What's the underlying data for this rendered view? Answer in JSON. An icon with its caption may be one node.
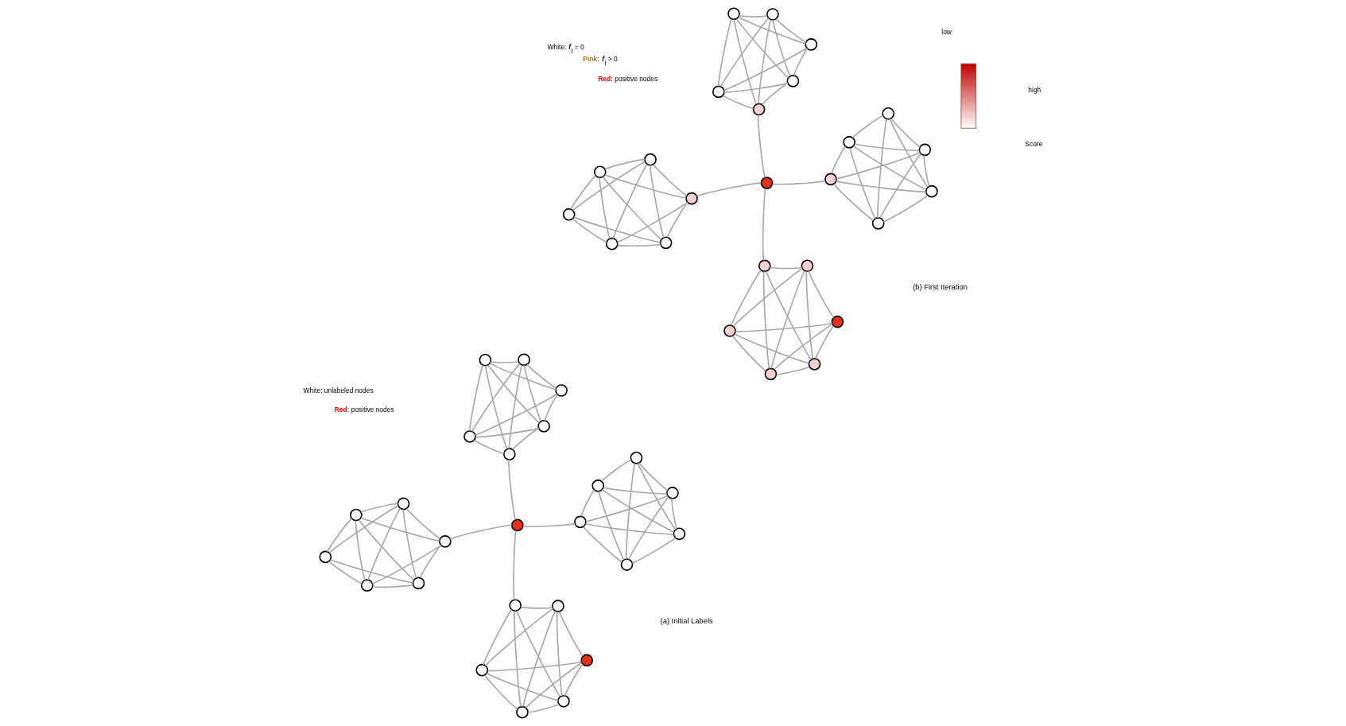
{
  "diagram": {
    "nodes": [
      {
        "text": [],
        "shape": "circle"
      },
      {
        "text": [],
        "shape": "circle"
      },
      {
        "text": [],
        "shape": "circle"
      },
      {
        "text": [],
        "shape": "circle"
      },
      {
        "text": [],
        "shape": "circle"
      },
      {
        "text": [],
        "shape": "circle"
      },
      {
        "text": [],
        "shape": "circle"
      },
      {
        "text": [],
        "shape": "circle"
      },
      {
        "text": [],
        "shape": "circle"
      },
      {
        "text": [],
        "shape": "circle"
      },
      {
        "text": [],
        "shape": "circle"
      },
      {
        "text": [],
        "shape": "circle"
      },
      {
        "text": [],
        "shape": "circle"
      },
      {
        "text": [],
        "shape": "circle"
      },
      {
        "text": [],
        "shape": "circle"
      },
      {
        "text": [],
        "shape": "circle"
      },
      {
        "text": [],
        "shape": "circle"
      },
      {
        "text": [],
        "shape": "circle"
      },
      {
        "text": [],
        "shape": "circle"
      },
      {
        "text": [],
        "shape": "circle"
      },
      {
        "text": [],
        "shape": "circle"
      },
      {
        "text": [],
        "shape": "circle"
      },
      {
        "text": [],
        "shape": "circle"
      },
      {
        "text": [],
        "shape": "circle"
      },
      {
        "text": [],
        "shape": "circle"
      },
      {
        "text": [],
        "shape": "circle"
      },
      {
        "text": [],
        "shape": "circle"
      },
      {
        "text": [],
        "shape": "circle"
      },
      {
        "text": [],
        "shape": "circle"
      },
      {
        "text": [],
        "shape": "circle"
      },
      {
        "text": [],
        "shape": "circle"
      },
      {
        "text": [],
        "shape": "circle"
      },
      {
        "text": [],
        "shape": "circle"
      },
      {
        "text": [],
        "shape": "circle"
      },
      {
        "text": [],
        "shape": "circle"
      },
      {
        "text": [],
        "shape": "circle"
      },
      {
        "text": [],
        "shape": "circle"
      },
      {
        "text": [],
        "shape": "circle"
      },
      {
        "text": [],
        "shape": "circle"
      },
      {
        "text": [],
        "shape": "circle"
      },
      {
        "text": [],
        "shape": "circle"
      },
      {
        "text": [],
        "shape": "circle"
      },
      {
        "text": [],
        "shape": "circle"
      },
      {
        "text": [],
        "shape": "circle"
      },
      {
        "text": [],
        "shape": "circle"
      },
      {
        "text": [],
        "shape": "circle"
      },
      {
        "text": [],
        "shape": "circle"
      },
      {
        "text": [],
        "shape": "circle"
      },
      {
        "text": [],
        "shape": "circle"
      },
      {
        "text": [],
        "shape": "circle"
      },
      {
        "text": [],
        "shape": "bar"
      }
    ],
    "edges": [
      {
        "from": 0,
        "to": 1,
        "arrow": "none"
      },
      {
        "from": 0,
        "to": 2,
        "arrow": "none"
      },
      {
        "from": 0,
        "to": 4,
        "arrow": "none"
      },
      {
        "from": 0,
        "to": 5,
        "arrow": "none"
      },
      {
        "from": 0,
        "to": 3,
        "arrow": "none"
      },
      {
        "from": 2,
        "to": 1,
        "arrow": "none"
      },
      {
        "from": 2,
        "to": 3,
        "arrow": "none"
      },
      {
        "from": 2,
        "to": 4,
        "arrow": "none"
      },
      {
        "from": 2,
        "to": 5,
        "arrow": "none"
      },
      {
        "from": 1,
        "to": 4,
        "arrow": "none"
      },
      {
        "from": 1,
        "to": 3,
        "arrow": "none"
      },
      {
        "from": 4,
        "to": 3,
        "arrow": "none"
      },
      {
        "from": 4,
        "to": 5,
        "arrow": "none"
      },
      {
        "from": 3,
        "to": 5,
        "arrow": "none"
      },
      {
        "from": 5,
        "to": 12,
        "arrow": "none"
      },
      {
        "from": 6,
        "to": 7,
        "arrow": "none"
      },
      {
        "from": 6,
        "to": 9,
        "arrow": "none"
      },
      {
        "from": 6,
        "to": 10,
        "arrow": "none"
      },
      {
        "from": 6,
        "to": 11,
        "arrow": "none"
      },
      {
        "from": 6,
        "to": 8,
        "arrow": "none"
      },
      {
        "from": 7,
        "to": 8,
        "arrow": "none"
      },
      {
        "from": 7,
        "to": 9,
        "arrow": "none"
      },
      {
        "from": 7,
        "to": 10,
        "arrow": "none"
      },
      {
        "from": 7,
        "to": 11,
        "arrow": "none"
      },
      {
        "from": 8,
        "to": 9,
        "arrow": "none"
      },
      {
        "from": 8,
        "to": 10,
        "arrow": "none"
      },
      {
        "from": 8,
        "to": 11,
        "arrow": "none"
      },
      {
        "from": 9,
        "to": 10,
        "arrow": "none"
      },
      {
        "from": 10,
        "to": 11,
        "arrow": "none"
      },
      {
        "from": 9,
        "to": 12,
        "arrow": "none"
      },
      {
        "from": 13,
        "to": 14,
        "arrow": "none"
      },
      {
        "from": 13,
        "to": 15,
        "arrow": "none"
      },
      {
        "from": 13,
        "to": 17,
        "arrow": "none"
      },
      {
        "from": 13,
        "to": 18,
        "arrow": "none"
      },
      {
        "from": 13,
        "to": 16,
        "arrow": "none"
      },
      {
        "from": 14,
        "to": 15,
        "arrow": "none"
      },
      {
        "from": 14,
        "to": 16,
        "arrow": "none"
      },
      {
        "from": 14,
        "to": 18,
        "arrow": "none"
      },
      {
        "from": 15,
        "to": 16,
        "arrow": "none"
      },
      {
        "from": 15,
        "to": 17,
        "arrow": "none"
      },
      {
        "from": 15,
        "to": 18,
        "arrow": "none"
      },
      {
        "from": 17,
        "to": 18,
        "arrow": "none"
      },
      {
        "from": 17,
        "to": 16,
        "arrow": "none"
      },
      {
        "from": 18,
        "to": 16,
        "arrow": "none"
      },
      {
        "from": 14,
        "to": 12,
        "arrow": "none"
      },
      {
        "from": 19,
        "to": 20,
        "arrow": "none"
      },
      {
        "from": 19,
        "to": 22,
        "arrow": "none"
      },
      {
        "from": 19,
        "to": 23,
        "arrow": "none"
      },
      {
        "from": 19,
        "to": 24,
        "arrow": "none"
      },
      {
        "from": 20,
        "to": 22,
        "arrow": "none"
      },
      {
        "from": 20,
        "to": 24,
        "arrow": "none"
      },
      {
        "from": 20,
        "to": 23,
        "arrow": "none"
      },
      {
        "from": 20,
        "to": 21,
        "arrow": "none"
      },
      {
        "from": 21,
        "to": 22,
        "arrow": "none"
      },
      {
        "from": 21,
        "to": 23,
        "arrow": "none"
      },
      {
        "from": 21,
        "to": 24,
        "arrow": "none"
      },
      {
        "from": 22,
        "to": 23,
        "arrow": "none"
      },
      {
        "from": 22,
        "to": 24,
        "arrow": "none"
      },
      {
        "from": 23,
        "to": 24,
        "arrow": "none"
      },
      {
        "from": 12,
        "to": 19,
        "arrow": "none"
      },
      {
        "from": 25,
        "to": 26,
        "arrow": "none"
      },
      {
        "from": 25,
        "to": 27,
        "arrow": "none"
      },
      {
        "from": 25,
        "to": 29,
        "arrow": "none"
      },
      {
        "from": 25,
        "to": 30,
        "arrow": "none"
      },
      {
        "from": 25,
        "to": 28,
        "arrow": "none"
      },
      {
        "from": 27,
        "to": 26,
        "arrow": "none"
      },
      {
        "from": 27,
        "to": 28,
        "arrow": "none"
      },
      {
        "from": 27,
        "to": 29,
        "arrow": "none"
      },
      {
        "from": 27,
        "to": 30,
        "arrow": "none"
      },
      {
        "from": 26,
        "to": 29,
        "arrow": "none"
      },
      {
        "from": 26,
        "to": 28,
        "arrow": "none"
      },
      {
        "from": 29,
        "to": 28,
        "arrow": "none"
      },
      {
        "from": 29,
        "to": 30,
        "arrow": "none"
      },
      {
        "from": 28,
        "to": 30,
        "arrow": "none"
      },
      {
        "from": 30,
        "to": 37,
        "arrow": "none"
      },
      {
        "from": 31,
        "to": 32,
        "arrow": "none"
      },
      {
        "from": 31,
        "to": 34,
        "arrow": "none"
      },
      {
        "from": 31,
        "to": 35,
        "arrow": "none"
      },
      {
        "from": 31,
        "to": 36,
        "arrow": "none"
      },
      {
        "from": 31,
        "to": 33,
        "arrow": "none"
      },
      {
        "from": 32,
        "to": 33,
        "arrow": "none"
      },
      {
        "from": 32,
        "to": 34,
        "arrow": "none"
      },
      {
        "from": 32,
        "to": 35,
        "arrow": "none"
      },
      {
        "from": 32,
        "to": 36,
        "arrow": "none"
      },
      {
        "from": 33,
        "to": 34,
        "arrow": "none"
      },
      {
        "from": 33,
        "to": 35,
        "arrow": "none"
      },
      {
        "from": 33,
        "to": 36,
        "arrow": "none"
      },
      {
        "from": 34,
        "to": 35,
        "arrow": "none"
      },
      {
        "from": 35,
        "to": 36,
        "arrow": "none"
      },
      {
        "from": 34,
        "to": 37,
        "arrow": "none"
      },
      {
        "from": 38,
        "to": 39,
        "arrow": "none"
      },
      {
        "from": 38,
        "to": 40,
        "arrow": "none"
      },
      {
        "from": 38,
        "to": 42,
        "arrow": "none"
      },
      {
        "from": 38,
        "to": 43,
        "arrow": "none"
      },
      {
        "from": 38,
        "to": 41,
        "arrow": "none"
      },
      {
        "from": 39,
        "to": 40,
        "arrow": "none"
      },
      {
        "from": 39,
        "to": 41,
        "arrow": "none"
      },
      {
        "from": 39,
        "to": 43,
        "arrow": "none"
      },
      {
        "from": 40,
        "to": 41,
        "arrow": "none"
      },
      {
        "from": 40,
        "to": 42,
        "arrow": "none"
      },
      {
        "from": 40,
        "to": 43,
        "arrow": "none"
      },
      {
        "from": 42,
        "to": 43,
        "arrow": "none"
      },
      {
        "from": 42,
        "to": 41,
        "arrow": "none"
      },
      {
        "from": 43,
        "to": 41,
        "arrow": "none"
      },
      {
        "from": 39,
        "to": 37,
        "arrow": "none"
      },
      {
        "from": 44,
        "to": 45,
        "arrow": "none"
      },
      {
        "from": 44,
        "to": 47,
        "arrow": "none"
      },
      {
        "from": 44,
        "to": 48,
        "arrow": "none"
      },
      {
        "from": 44,
        "to": 49,
        "arrow": "none"
      },
      {
        "from": 45,
        "to": 47,
        "arrow": "none"
      },
      {
        "from": 45,
        "to": 49,
        "arrow": "none"
      },
      {
        "from": 45,
        "to": 48,
        "arrow": "none"
      },
      {
        "from": 45,
        "to": 46,
        "arrow": "none"
      },
      {
        "from": 46,
        "to": 47,
        "arrow": "none"
      },
      {
        "from": 46,
        "to": 48,
        "arrow": "none"
      },
      {
        "from": 46,
        "to": 49,
        "arrow": "none"
      },
      {
        "from": 47,
        "to": 48,
        "arrow": "none"
      },
      {
        "from": 47,
        "to": 49,
        "arrow": "none"
      },
      {
        "from": 48,
        "to": 49,
        "arrow": "none"
      },
      {
        "from": 37,
        "to": 44,
        "arrow": "none"
      }
    ],
    "labels": [
      "(a) Initial Labels",
      "(b) First Iteration",
      "Score",
      "high",
      "low",
      "**Red:** positive nodes",
      "White: unlabeled nodes",
      "**Red:** positive nodes",
      "**Pink:** *f*$_{i}$ > 0",
      "White: *f*$_{i}$ = 0"
    ]
  }
}
